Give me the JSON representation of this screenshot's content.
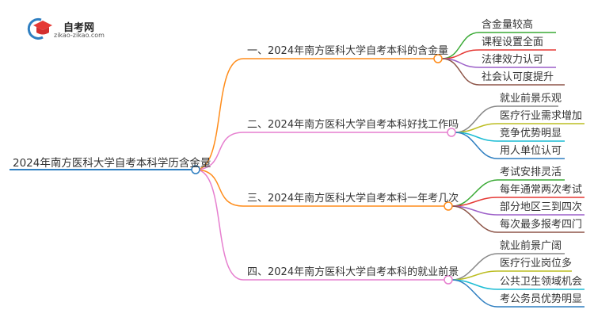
{
  "logo": {
    "title": "自考网",
    "url": "zikao-zikao.com"
  },
  "root": {
    "label": "2024年南方医科大学自考本科学历含金量",
    "color": "#2f7fc1"
  },
  "branches": [
    {
      "label": "一、2024年南方医科大学自考本科的含金量",
      "color": "#ff8c1a",
      "leaves": [
        {
          "label": "含金量较高",
          "color": "#3aaa35"
        },
        {
          "label": "课程设置全面",
          "color": "#e53935"
        },
        {
          "label": "法律效力认可",
          "color": "#9c5fc8"
        },
        {
          "label": "社会认可度提升",
          "color": "#8d5548"
        }
      ]
    },
    {
      "label": "二、2024年南方医科大学自考本科好找工作吗",
      "color": "#e67fcf",
      "leaves": [
        {
          "label": "就业前景乐观",
          "color": "#888888"
        },
        {
          "label": "医疗行业需求增加",
          "color": "#bcbd22"
        },
        {
          "label": "竞争优势明显",
          "color": "#1bbcd4"
        },
        {
          "label": "用人单位认可",
          "color": "#2f7fc1"
        }
      ]
    },
    {
      "label": "三、2024年南方医科大学自考本科一年考几次",
      "color": "#ff8c1a",
      "leaves": [
        {
          "label": "考试安排灵活",
          "color": "#3aaa35"
        },
        {
          "label": "每年通常两次考试",
          "color": "#e53935"
        },
        {
          "label": "部分地区三到四次",
          "color": "#9c5fc8"
        },
        {
          "label": "每次最多报考四门",
          "color": "#8d5548"
        }
      ]
    },
    {
      "label": "四、2024年南方医科大学自考本科的就业前景",
      "color": "#e67fcf",
      "leaves": [
        {
          "label": "就业前景广阔",
          "color": "#888888"
        },
        {
          "label": "医疗行业岗位多",
          "color": "#bcbd22"
        },
        {
          "label": "公共卫生领域机会",
          "color": "#1bbcd4"
        },
        {
          "label": "考公务员优势明显",
          "color": "#2f7fc1"
        }
      ]
    }
  ]
}
